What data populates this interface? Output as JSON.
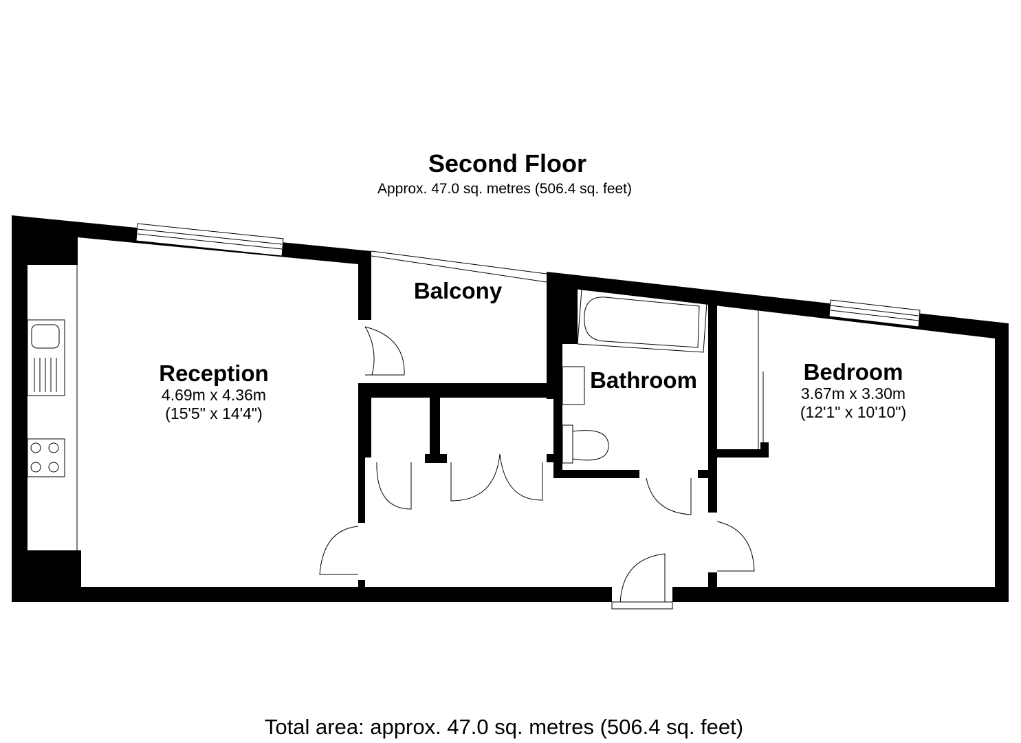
{
  "plan": {
    "title": "Second Floor",
    "subtitle": "Approx. 47.0 sq. metres (506.4 sq. feet)",
    "rooms": [
      {
        "name": "Reception",
        "metric": "4.69m x 4.36m",
        "imperial": "(15'5\" x 14'4\")"
      },
      {
        "name": "Balcony"
      },
      {
        "name": "Bathroom"
      },
      {
        "name": "Bedroom",
        "metric": "3.67m x 3.30m",
        "imperial": "(12'1\" x 10'10\")"
      }
    ],
    "total_area": "Total area: approx. 47.0 sq. metres (506.4 sq. feet)"
  }
}
